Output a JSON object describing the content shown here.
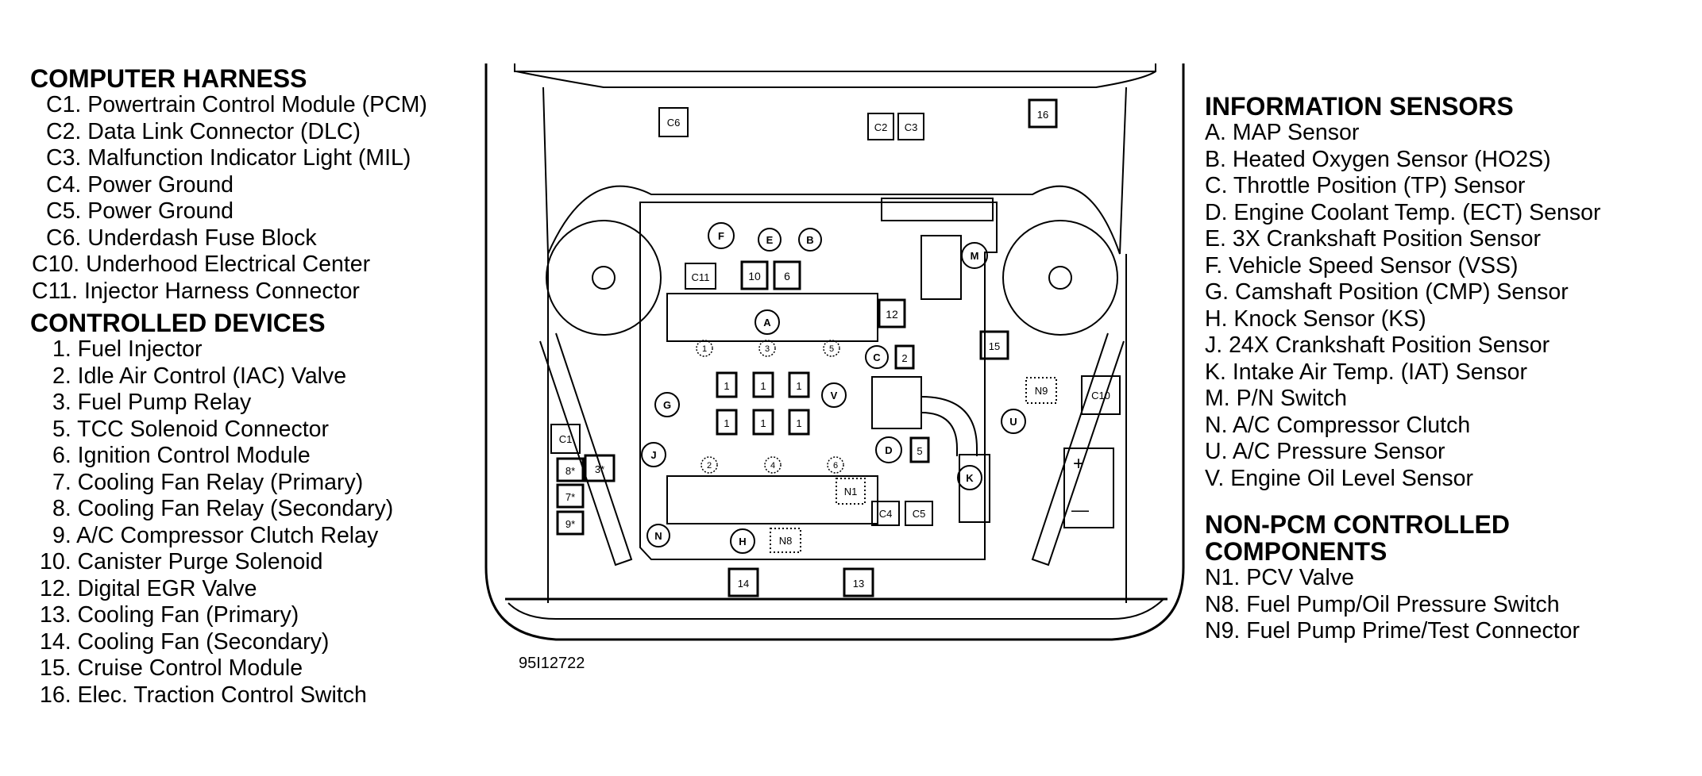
{
  "left_legend": {
    "computer_harness": {
      "heading": "COMPUTER HARNESS",
      "items": [
        "C1. Powertrain Control Module (PCM)",
        "C2. Data Link Connector (DLC)",
        "C3. Malfunction Indicator Light (MIL)",
        "C4. Power Ground",
        "C5. Power Ground",
        "C6. Underdash Fuse Block",
        "C10. Underhood Electrical Center",
        "C11. Injector Harness Connector"
      ]
    },
    "controlled_devices": {
      "heading": "CONTROLLED DEVICES",
      "items": [
        "1. Fuel Injector",
        "2. Idle Air Control (IAC) Valve",
        "3. Fuel Pump Relay",
        "5. TCC Solenoid Connector",
        "6. Ignition Control Module",
        "7. Cooling Fan Relay (Primary)",
        "8. Cooling Fan Relay (Secondary)",
        "9. A/C Compressor Clutch Relay",
        "10. Canister Purge Solenoid",
        "12. Digital EGR Valve",
        "13. Cooling Fan (Primary)",
        "14. Cooling Fan (Secondary)",
        "15. Cruise Control Module",
        "16. Elec. Traction Control Switch"
      ]
    }
  },
  "right_legend": {
    "information_sensors": {
      "heading": "INFORMATION SENSORS",
      "items": [
        "A. MAP Sensor",
        "B. Heated Oxygen Sensor (HO2S)",
        "C. Throttle Position (TP) Sensor",
        "D. Engine Coolant Temp. (ECT) Sensor",
        "E. 3X Crankshaft Position Sensor",
        "F. Vehicle Speed Sensor (VSS)",
        "G. Camshaft Position (CMP) Sensor",
        "H. Knock Sensor (KS)",
        "J. 24X Crankshaft Position Sensor",
        "K. Intake Air Temp. (IAT) Sensor",
        "M. P/N Switch",
        "N. A/C Compressor Clutch",
        "U. A/C Pressure Sensor",
        "V. Engine Oil Level Sensor"
      ]
    },
    "non_pcm": {
      "heading_line1": "NON-PCM CONTROLLED",
      "heading_line2": "COMPONENTS",
      "items": [
        "N1. PCV Valve",
        "N8. Fuel Pump/Oil Pressure Switch",
        "N9. Fuel Pump Prime/Test Connector"
      ]
    }
  },
  "figure_number": "95I12722",
  "diagram": {
    "cowl_labels": {
      "c6": "C6",
      "c2": "C2",
      "c3": "C3",
      "b16": "16"
    },
    "box_labels": {
      "c11": "C11",
      "b10": "10",
      "b6": "6",
      "b12": "12",
      "b15": "15",
      "b2": "2",
      "b5": "5",
      "c1": "C1",
      "b8": "8*",
      "b3": "3*",
      "b7": "7*",
      "b9": "9*",
      "c10": "C10",
      "c4": "C4",
      "c5": "C5",
      "b14": "14",
      "b13": "13",
      "n1": "N1",
      "n8": "N8",
      "n9": "N9",
      "inj1": "1",
      "inj2": "1",
      "inj3": "1",
      "inj4": "1",
      "inj5": "1",
      "inj6": "1"
    },
    "circle_labels": {
      "F": "F",
      "E": "E",
      "B": "B",
      "M": "M",
      "A": "A",
      "C": "C",
      "G": "G",
      "V": "V",
      "J": "J",
      "D": "D",
      "U": "U",
      "K": "K",
      "N": "N",
      "H": "H"
    },
    "cylinder_labels": {
      "cyl1": "1",
      "cyl3": "3",
      "cyl5": "5",
      "cyl2": "2",
      "cyl4": "4",
      "cyl6": "6"
    },
    "battery": {
      "plus": "+",
      "minus": "—"
    }
  }
}
